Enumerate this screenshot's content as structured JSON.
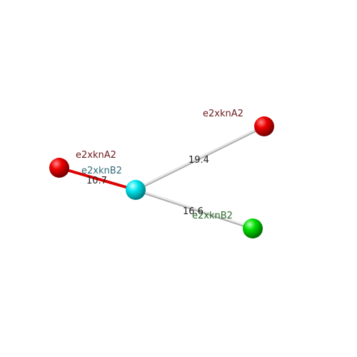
{
  "nodes": [
    {
      "id": "n1",
      "label": "e2xknA2",
      "color": "#e00000"
    },
    {
      "id": "n2",
      "label": "e2xknB2",
      "color": "#00e6ee"
    },
    {
      "id": "n3",
      "label": "e2xknA2",
      "color": "#e00000"
    },
    {
      "id": "n4",
      "label": "e2xknB2",
      "color": "#00dd00"
    }
  ],
  "edges": [
    {
      "from": "n1",
      "to": "n2",
      "label": "10.7",
      "color": "#dd0000"
    },
    {
      "from": "n2",
      "to": "n3",
      "label": "19.4",
      "color": "#c8c8c8"
    },
    {
      "from": "n2",
      "to": "n4",
      "label": "16.6",
      "color": "#c8c8c8"
    }
  ],
  "colors": {
    "label_red_node": "#6b1a1a",
    "label_cyan_node": "#2f6b78",
    "label_green_node": "#2a6a2a",
    "edge_label": "#222222"
  }
}
